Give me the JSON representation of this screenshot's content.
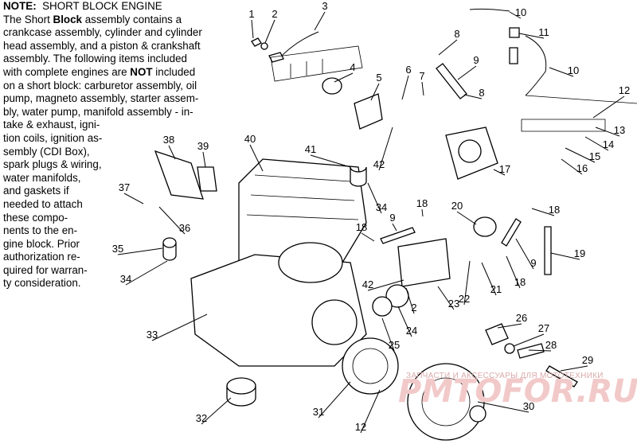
{
  "note": {
    "heading": "NOTE:",
    "title": "SHORT BLOCK ENGINE",
    "lines": [
      [
        "The Short ",
        {
          "b": "Block"
        },
        " assembly contains a"
      ],
      [
        "crankcase assembly, cylinder and cylinder"
      ],
      [
        "head assembly, and a piston & crankshaft"
      ],
      [
        "assembly.  The following items included"
      ],
      [
        "with complete engines are ",
        {
          "b": "NOT"
        },
        " included"
      ],
      [
        "on a short block:  carburetor assembly, oil"
      ],
      [
        "pump, magneto assembly, starter assem-"
      ],
      [
        "bly, water pump, manifold assembly - in-"
      ],
      [
        "take & exhaust, igni-"
      ],
      [
        "tion coils, ignition as-"
      ],
      [
        "sembly (CDI Box),"
      ],
      [
        "spark plugs & wiring,"
      ],
      [
        "water manifolds,"
      ],
      [
        "and gaskets if"
      ],
      [
        "needed to attach"
      ],
      [
        "these compo-"
      ],
      [
        "nents to the en-"
      ],
      [
        "gine block.  Prior"
      ],
      [
        "authorization re-"
      ],
      [
        "quired for warran-"
      ],
      [
        "ty consideration."
      ]
    ]
  },
  "callouts": [
    {
      "id": "c1",
      "text": "1"
    },
    {
      "id": "c2",
      "text": "2"
    },
    {
      "id": "c3",
      "text": "3"
    },
    {
      "id": "c10a",
      "text": "10"
    },
    {
      "id": "c11",
      "text": "11"
    },
    {
      "id": "c8a",
      "text": "8"
    },
    {
      "id": "c9a",
      "text": "9"
    },
    {
      "id": "c10b",
      "text": "10"
    },
    {
      "id": "c4",
      "text": "4"
    },
    {
      "id": "c5",
      "text": "5"
    },
    {
      "id": "c6",
      "text": "6"
    },
    {
      "id": "c7",
      "text": "7"
    },
    {
      "id": "c8b",
      "text": "8"
    },
    {
      "id": "c12a",
      "text": "12"
    },
    {
      "id": "c13",
      "text": "13"
    },
    {
      "id": "c14",
      "text": "14"
    },
    {
      "id": "c15",
      "text": "15"
    },
    {
      "id": "c16",
      "text": "16"
    },
    {
      "id": "c17",
      "text": "17"
    },
    {
      "id": "c38",
      "text": "38"
    },
    {
      "id": "c39",
      "text": "39"
    },
    {
      "id": "c40",
      "text": "40"
    },
    {
      "id": "c41",
      "text": "41"
    },
    {
      "id": "c42a",
      "text": "42"
    },
    {
      "id": "c37",
      "text": "37"
    },
    {
      "id": "c36",
      "text": "36"
    },
    {
      "id": "c34a",
      "text": "34"
    },
    {
      "id": "c18a",
      "text": "18"
    },
    {
      "id": "c18b",
      "text": "18"
    },
    {
      "id": "c9b",
      "text": "9"
    },
    {
      "id": "c20",
      "text": "20"
    },
    {
      "id": "c18c",
      "text": "18"
    },
    {
      "id": "c35",
      "text": "35"
    },
    {
      "id": "c34b",
      "text": "34"
    },
    {
      "id": "c19",
      "text": "19"
    },
    {
      "id": "c9c",
      "text": "9"
    },
    {
      "id": "c18d",
      "text": "18"
    },
    {
      "id": "c42b",
      "text": "42"
    },
    {
      "id": "c22",
      "text": "22"
    },
    {
      "id": "c21",
      "text": "21"
    },
    {
      "id": "c23",
      "text": "23"
    },
    {
      "id": "c2b",
      "text": "2"
    },
    {
      "id": "c24",
      "text": "24"
    },
    {
      "id": "c33",
      "text": "33"
    },
    {
      "id": "c25",
      "text": "25"
    },
    {
      "id": "c26",
      "text": "26"
    },
    {
      "id": "c27",
      "text": "27"
    },
    {
      "id": "c28",
      "text": "28"
    },
    {
      "id": "c29",
      "text": "29"
    },
    {
      "id": "c32",
      "text": "32"
    },
    {
      "id": "c31",
      "text": "31"
    },
    {
      "id": "c12b",
      "text": "12"
    },
    {
      "id": "c30",
      "text": "30"
    }
  ],
  "watermark": {
    "small": "ЗАПЧАСТИ И АКСЕССУАРЫ ДЛЯ МОТОТЕХНИКИ",
    "big": "PMTOFOR.RU"
  }
}
